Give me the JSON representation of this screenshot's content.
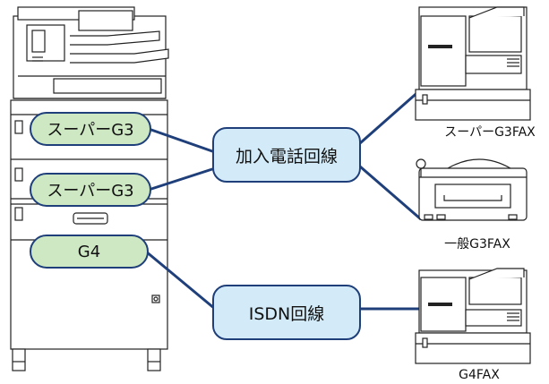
{
  "line_types": {
    "super_g3_upper": "スーパーG3",
    "super_g3_lower": "スーパーG3",
    "g4": "G4"
  },
  "networks": {
    "pstn": "加入電話回線",
    "isdn": "ISDN回線"
  },
  "devices": {
    "super_g3_fax": "スーパーG3FAX",
    "g3_fax": "一般G3FAX",
    "g4_fax": "G4FAX"
  },
  "colors": {
    "connection_line": "#1f3f7a",
    "line_type_fill": "#cde8c2",
    "network_fill": "#d3ebf8"
  }
}
